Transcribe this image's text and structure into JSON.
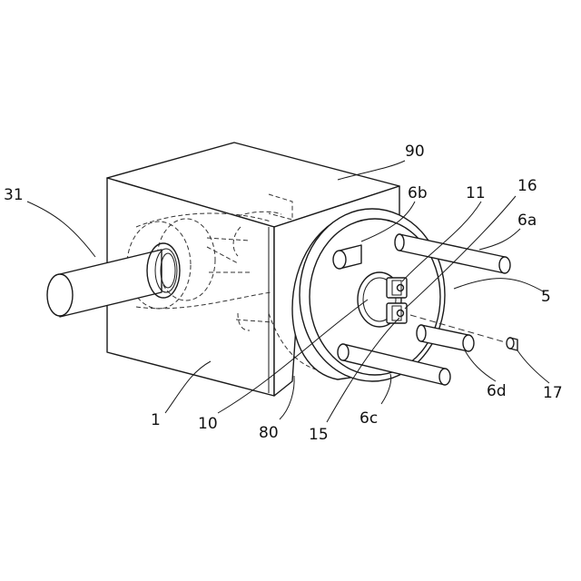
{
  "labels": {
    "l31": "31",
    "l90": "90",
    "l6b": "6b",
    "l11": "11",
    "l16": "16",
    "l6a": "6a",
    "l5": "5",
    "l1": "1",
    "l10": "10",
    "l80": "80",
    "l15": "15",
    "l6c": "6c",
    "l6d": "6d",
    "l17": "17"
  }
}
